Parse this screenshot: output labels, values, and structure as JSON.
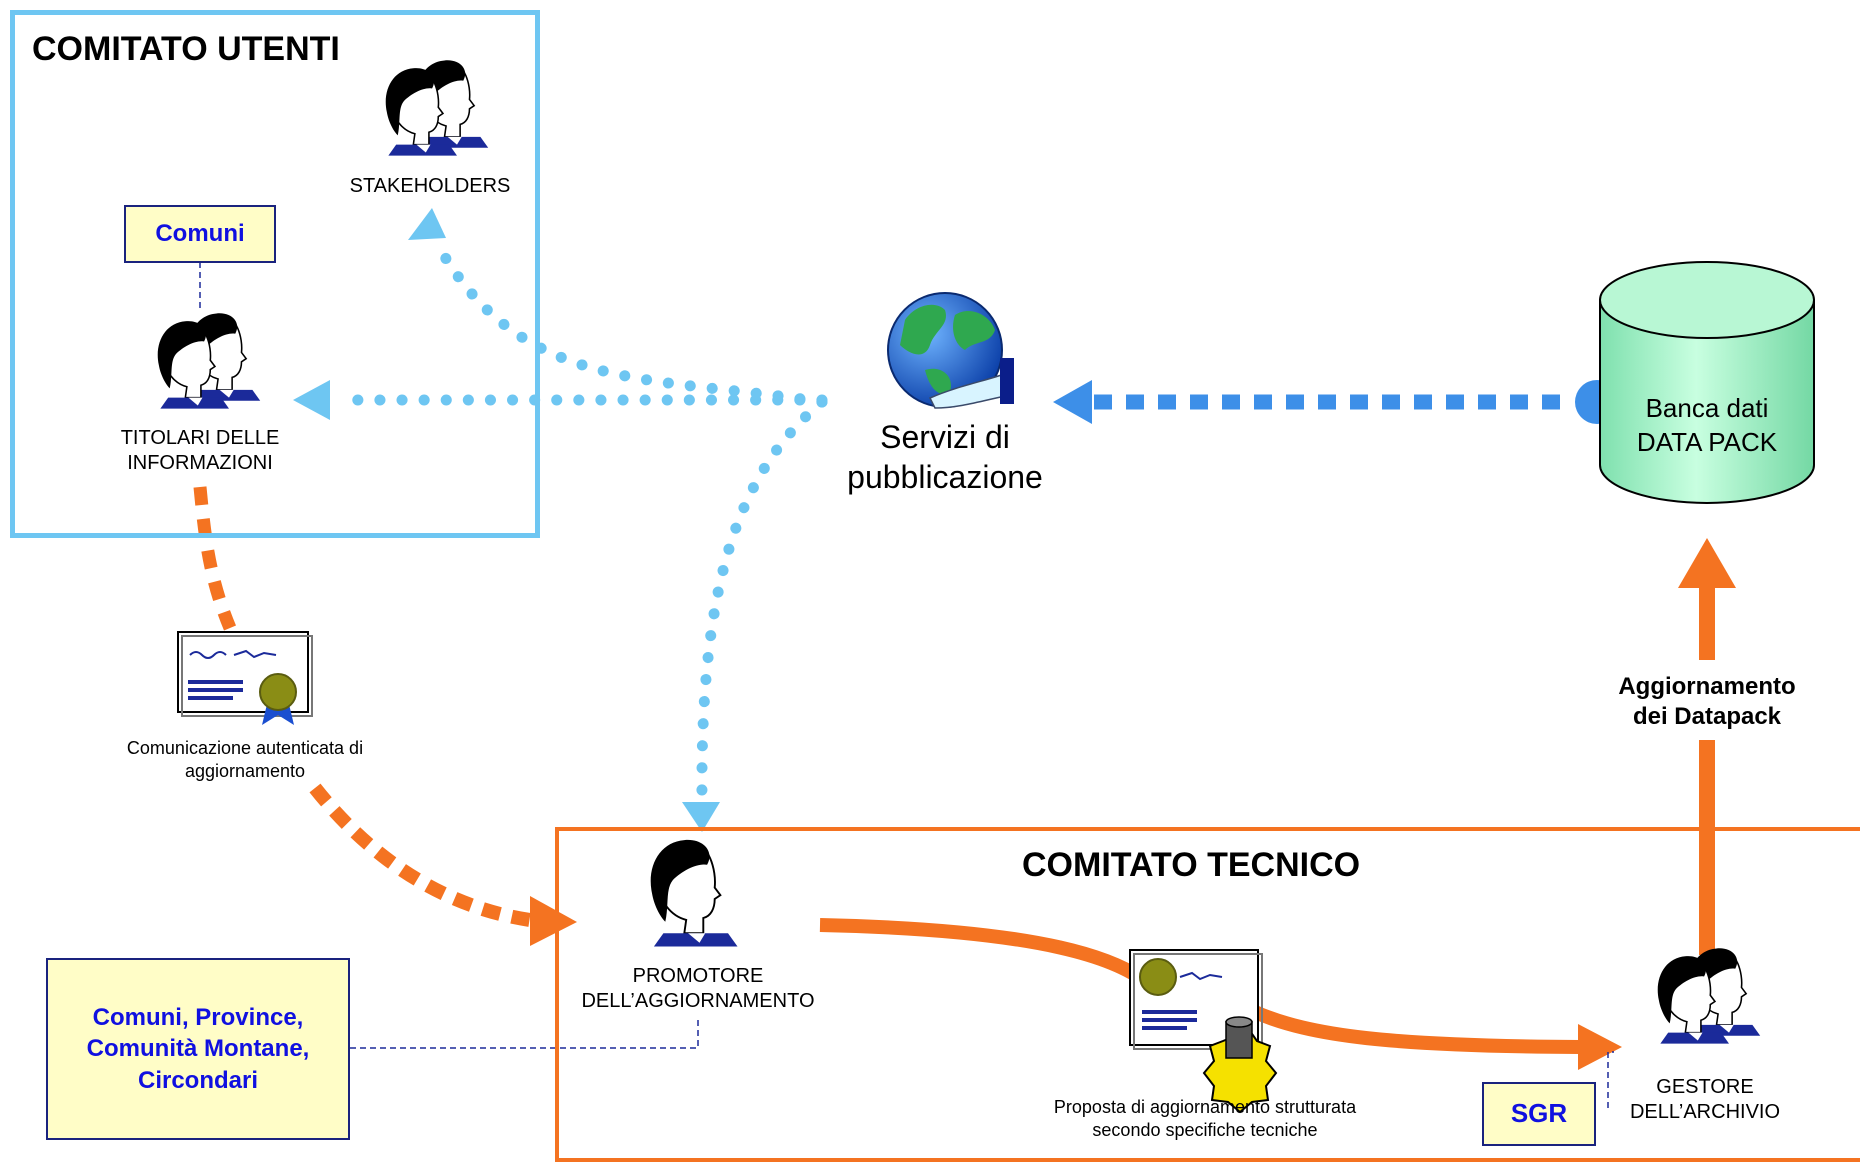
{
  "frames": {
    "users_title": "COMITATO UTENTI",
    "tech_title": "COMITATO TECNICO"
  },
  "actors": {
    "stakeholders": "STAKEHOLDERS",
    "titolari": "TITOLARI DELLE\nINFORMAZIONI",
    "promotore": "PROMOTORE\nDELL’AGGIORNAMENTO",
    "gestore": "GESTORE\nDELL’ARCHIVIO"
  },
  "boxes": {
    "comuni": "Comuni",
    "enti": "Comuni, Province,\nComunità Montane,\nCircondari",
    "sgr": "SGR"
  },
  "services": {
    "label": "Servizi di\npubblicazione"
  },
  "database": {
    "label": "Banca dati\nDATA PACK"
  },
  "documents": {
    "comunicazione": "Comunicazione autenticata di\naggiornamento",
    "proposta": "Proposta di aggiornamento strutturata\nsecondo specifiche tecniche"
  },
  "flows": {
    "aggiornamento": "Aggiornamento\ndei Datapack"
  },
  "colors": {
    "orange": "#f47321",
    "light_blue": "#6ec6f2",
    "blue": "#3d8fe8",
    "navy_text": "#1010e0",
    "box_fill": "#fffdc7",
    "db_fill": "#9ff0c4"
  },
  "icons": [
    "people-icon",
    "person-icon",
    "globe-icon",
    "certificate-icon",
    "gear-icon",
    "database-icon"
  ]
}
